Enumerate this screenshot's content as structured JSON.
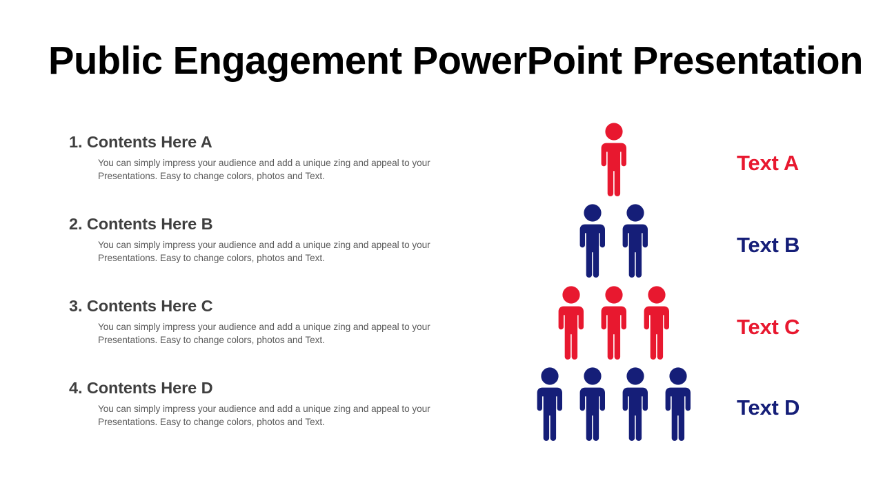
{
  "slide": {
    "title": "Public Engagement PowerPoint Presentation",
    "background_color": "#FFFFFF"
  },
  "colors": {
    "red": "#E8182F",
    "navy": "#151E78",
    "title_text": "#000000",
    "heading_text": "#3F3F3F",
    "body_text": "#5A5A5A"
  },
  "content_list": [
    {
      "heading": "1. Contents Here A",
      "body": "You can simply impress your audience and add a unique zing and appeal to your Presentations. Easy to change colors, photos and Text."
    },
    {
      "heading": "2. Contents Here B",
      "body": "You can simply impress your audience and add a unique zing and appeal to your Presentations. Easy to change colors, photos and Text."
    },
    {
      "heading": "3. Contents Here C",
      "body": "You can simply impress your audience and add a unique zing and appeal to your Presentations. Easy to change colors, photos and Text."
    },
    {
      "heading": "4. Contents Here D",
      "body": "You can simply impress your audience and add a unique zing and appeal to your Presentations. Easy to change colors, photos and Text."
    }
  ],
  "chart_data": {
    "type": "bar",
    "title": "",
    "xlabel": "",
    "ylabel": "",
    "categories": [
      "Text A",
      "Text B",
      "Text C",
      "Text D"
    ],
    "values": [
      1,
      2,
      3,
      4
    ],
    "unit": "person-icon",
    "legend_position": "right",
    "grid": false,
    "series": [
      {
        "name": "Text A",
        "count": 1,
        "color": "#E8182F",
        "icon": "person-icon",
        "label": "Text A"
      },
      {
        "name": "Text B",
        "count": 2,
        "color": "#151E78",
        "icon": "person-icon",
        "label": "Text B"
      },
      {
        "name": "Text C",
        "count": 3,
        "color": "#E8182F",
        "icon": "person-icon",
        "label": "Text C"
      },
      {
        "name": "Text D",
        "count": 4,
        "color": "#151E78",
        "icon": "person-icon",
        "label": "Text D"
      }
    ]
  }
}
